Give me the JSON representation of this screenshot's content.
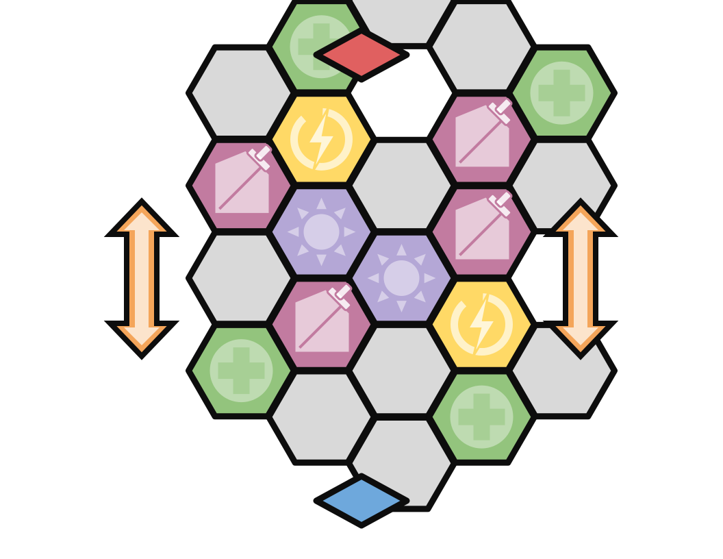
{
  "board": {
    "cells": [
      {
        "q": 0,
        "r": -3,
        "kind": "empty"
      },
      {
        "q": 1,
        "r": -3,
        "kind": "empty"
      },
      {
        "q": -1,
        "r": -2,
        "kind": "heal"
      },
      {
        "q": 2,
        "r": -3,
        "kind": "heal"
      },
      {
        "q": -2,
        "r": -1,
        "kind": "empty"
      },
      {
        "q": -1,
        "r": -1,
        "kind": "energy"
      },
      {
        "q": 0,
        "r": -1,
        "kind": "empty"
      },
      {
        "q": 1,
        "r": -2,
        "kind": "attack"
      },
      {
        "q": 2,
        "r": -2,
        "kind": "empty"
      },
      {
        "q": -2,
        "r": 0,
        "kind": "attack"
      },
      {
        "q": -1,
        "r": 0,
        "kind": "sun"
      },
      {
        "q": 0,
        "r": 0,
        "kind": "sun"
      },
      {
        "q": 1,
        "r": -1,
        "kind": "attack"
      },
      {
        "q": -2,
        "r": 1,
        "kind": "empty"
      },
      {
        "q": -1,
        "r": 1,
        "kind": "attack"
      },
      {
        "q": 0,
        "r": 1,
        "kind": "empty"
      },
      {
        "q": 1,
        "r": 0,
        "kind": "energy"
      },
      {
        "q": 2,
        "r": 0,
        "kind": "empty"
      },
      {
        "q": -2,
        "r": 2,
        "kind": "heal"
      },
      {
        "q": -1,
        "r": 2,
        "kind": "empty"
      },
      {
        "q": 0,
        "r": 2,
        "kind": "empty"
      },
      {
        "q": 1,
        "r": 1,
        "kind": "heal"
      }
    ],
    "corner_cells": [
      {
        "q": -2,
        "r": -1,
        "side": "left"
      },
      {
        "q": 2,
        "r": -2,
        "side": "right"
      },
      {
        "q": -2,
        "r": 1,
        "side": "left"
      },
      {
        "q": 2,
        "r": 0,
        "side": "right"
      }
    ],
    "start_markers": [
      {
        "player": "red",
        "edge": "top",
        "color": "#e06060"
      },
      {
        "player": "blue",
        "edge": "bottom",
        "color": "#6ea8dc"
      }
    ],
    "side_arrows": [
      {
        "side": "left",
        "icon": "vertical-double-arrow-icon"
      },
      {
        "side": "right",
        "icon": "vertical-double-arrow-icon"
      }
    ]
  },
  "colors": {
    "empty": "#d9d9d9",
    "heal": "#93c47d",
    "energy": "#ffd966",
    "attack": "#c27ba0",
    "sun": "#b4a7d6",
    "icon_overlay": "#ffffff",
    "outline": "#0d0d0d",
    "arrow": "#f4a55a",
    "arrow_inner": "#fce4cc"
  },
  "icons": {
    "heal": "plus-icon",
    "energy": "lightning-icon",
    "attack": "sword-icon",
    "sun": "sun-icon"
  }
}
